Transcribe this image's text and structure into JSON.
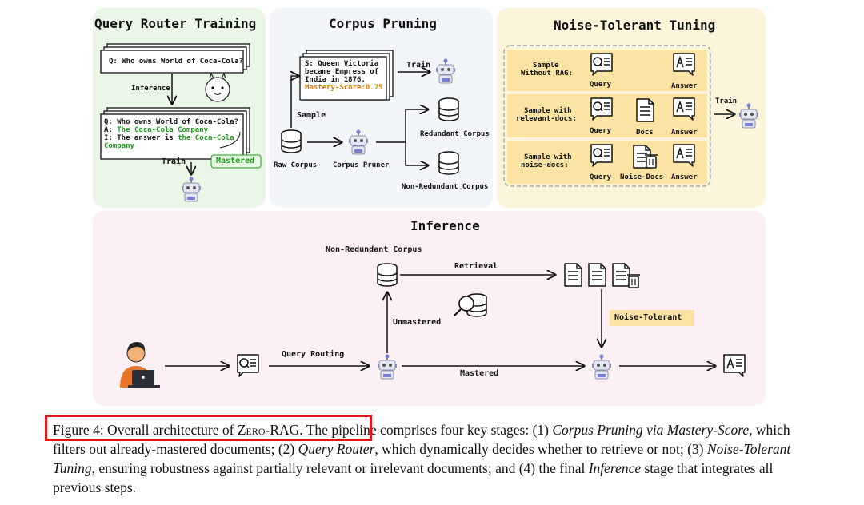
{
  "panels": {
    "router_title": "Query Router Training",
    "pruning_title": "Corpus Pruning",
    "tuning_title": "Noise-Tolerant Tuning",
    "inference_title": "Inference"
  },
  "router": {
    "q_top": "Q: Who owns World of Coca-Cola?",
    "inference": "Inference",
    "q_line": "Q: Who owns World of Coca-Cola?",
    "a_prefix": "A: ",
    "a_text": "The Coca-Cola Company",
    "i_prefix": "I: The answer is ",
    "i_text1": "the Coca-Cola",
    "i_text2": "Company",
    "train": "Train",
    "mastered": "Mastered"
  },
  "pruning": {
    "doc_line1": "S: Queen Victoria",
    "doc_line2": "became Empress of",
    "doc_line3": "India in 1876.",
    "doc_score": "Mastery-Score:0.75",
    "train": "Train",
    "sample": "Sample",
    "raw_corpus": "Raw Corpus",
    "corpus_pruner": "Corpus Pruner",
    "redundant": "Redundant Corpus",
    "non_redundant": "Non-Redundant Corpus"
  },
  "tuning": {
    "row1_label1": "Sample",
    "row1_label2": "Without RAG:",
    "row2_label1": "Sample with",
    "row2_label2": "relevant-docs:",
    "row3_label1": "Sample with",
    "row3_label2": "noise-docs:",
    "query": "Query",
    "answer": "Answer",
    "docs": "Docs",
    "noise_docs": "Noise-Docs",
    "train": "Train"
  },
  "inference": {
    "non_redundant": "Non-Redundant Corpus",
    "retrieval": "Retrieval",
    "unmastered": "Unmastered",
    "noise_tolerant": "Noise-Tolerant",
    "query_routing": "Query Routing",
    "mastered": "Mastered"
  },
  "caption": {
    "label": "Figure 4: Overall architecture of ",
    "zero": "Zero",
    "rag": "-RAG.",
    "t1": " The pipeline comprises four key stages: (1) ",
    "i1": "Corpus Pruning via Mastery-Score",
    "t2": ", which filters out already-mastered documents; (2) ",
    "i2": "Query Router",
    "t3": ", which dynamically decides whether to retrieve or not; (3) ",
    "i3": "Noise-Tolerant Tuning",
    "t4": ", ensuring robustness against partially relevant or irrelevant documents; and (4) the final ",
    "i4": "Inference",
    "t5": " stage that integrates all previous steps."
  },
  "colors": {
    "router_bg": "#eaf7e6",
    "pruning_bg": "#f3f6f9",
    "tuning_bg": "#fdf4dc",
    "inference_bg": "#fdf0f5",
    "green_text": "#1a9e1a",
    "orange_text": "#e07b00",
    "row_bg": "#fbe3a3",
    "highlight": "#e3161b"
  }
}
